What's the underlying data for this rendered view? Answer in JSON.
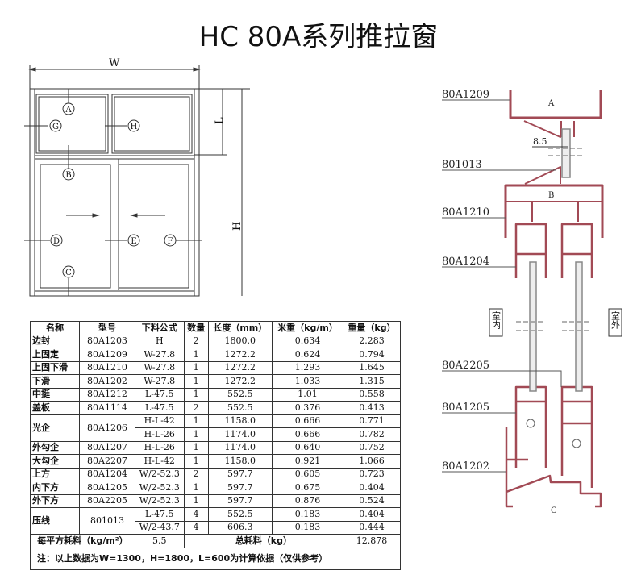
{
  "title": "HC 80A系列推拉窗",
  "elevation": {
    "width_label": "W",
    "height_label": "H",
    "l_label": "L",
    "markers": [
      "A",
      "B",
      "C",
      "D",
      "E",
      "F",
      "G",
      "H"
    ]
  },
  "section": {
    "parts": [
      "80A1209",
      "801013",
      "80A1210",
      "80A1204",
      "80A2205",
      "80A1205",
      "80A1202"
    ],
    "dimension": "8.5",
    "markers": [
      "A",
      "B",
      "C"
    ],
    "indoor": "室内",
    "outdoor": "室外",
    "profile_color": "#a24a55"
  },
  "table": {
    "headers": [
      "名称",
      "型号",
      "下料公式",
      "数量",
      "长度（mm）",
      "米重（kg/m）",
      "重量（kg）"
    ],
    "rows": [
      {
        "name": "边封",
        "model": "80A1203",
        "formula": "H",
        "qty": "2",
        "length": "1800.0",
        "wpm": "0.634",
        "weight": "2.283"
      },
      {
        "name": "上固定",
        "model": "80A1209",
        "formula": "W-27.8",
        "qty": "1",
        "length": "1272.2",
        "wpm": "0.624",
        "weight": "0.794"
      },
      {
        "name": "上固下滑",
        "model": "80A1210",
        "formula": "W-27.8",
        "qty": "1",
        "length": "1272.2",
        "wpm": "1.293",
        "weight": "1.645"
      },
      {
        "name": "下滑",
        "model": "80A1202",
        "formula": "W-27.8",
        "qty": "1",
        "length": "1272.2",
        "wpm": "1.033",
        "weight": "1.315"
      },
      {
        "name": "中挺",
        "model": "80A1212",
        "formula": "L-47.5",
        "qty": "1",
        "length": "552.5",
        "wpm": "1.01",
        "weight": "0.558"
      },
      {
        "name": "盖板",
        "model": "80A1114",
        "formula": "L-47.5",
        "qty": "2",
        "length": "552.5",
        "wpm": "0.376",
        "weight": "0.413"
      },
      {
        "name": "光企",
        "model": "80A1206",
        "span": 2,
        "formula": "H-L-42",
        "qty": "1",
        "length": "1158.0",
        "wpm": "0.666",
        "weight": "0.771"
      },
      {
        "formula": "H-L-26",
        "qty": "1",
        "length": "1174.0",
        "wpm": "0.666",
        "weight": "0.782"
      },
      {
        "name": "外勾企",
        "model": "80A1207",
        "formula": "H-L-26",
        "qty": "1",
        "length": "1174.0",
        "wpm": "0.640",
        "weight": "0.752"
      },
      {
        "name": "大勾企",
        "model": "80A2207",
        "formula": "H-L-42",
        "qty": "1",
        "length": "1158.0",
        "wpm": "0.921",
        "weight": "1.066"
      },
      {
        "name": "上方",
        "model": "80A1204",
        "formula": "W/2-52.3",
        "qty": "2",
        "length": "597.7",
        "wpm": "0.605",
        "weight": "0.723"
      },
      {
        "name": "内下方",
        "model": "80A1205",
        "formula": "W/2-52.3",
        "qty": "1",
        "length": "597.7",
        "wpm": "0.675",
        "weight": "0.404"
      },
      {
        "name": "外下方",
        "model": "80A2205",
        "formula": "W/2-52.3",
        "qty": "1",
        "length": "597.7",
        "wpm": "0.876",
        "weight": "0.524"
      },
      {
        "name": "压线",
        "model": "801013",
        "span": 2,
        "formula": "L-47.5",
        "qty": "4",
        "length": "552.5",
        "wpm": "0.183",
        "weight": "0.404"
      },
      {
        "formula": "W/2-43.7",
        "qty": "4",
        "length": "606.3",
        "wpm": "0.183",
        "weight": "0.444"
      }
    ],
    "summary": {
      "per_sqm_label": "每平方耗料（kg/m²）",
      "per_sqm": "5.5",
      "total_label": "总耗料（kg）",
      "total": "12.878"
    },
    "note": "注：以上数据为W=1300，H=1800，L=600为计算依据（仅供参考）"
  }
}
